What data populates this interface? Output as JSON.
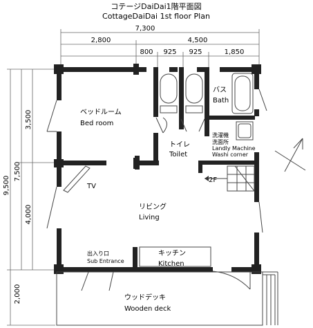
{
  "title": {
    "japanese": "コテージDaiDai1階平面図",
    "english": "CottageDaiDai 1st floor Plan"
  },
  "dimensions": {
    "top_total": "7,300",
    "top_left": "2,800",
    "top_right": "4,500",
    "sub_1": "800",
    "sub_2": "925",
    "sub_3": "925",
    "sub_4": "1,850",
    "left_total": "9,500",
    "left_upper": "7,500",
    "left_bed": "3,500",
    "left_living": "4,000",
    "left_deck": "2,000"
  },
  "rooms": {
    "bedroom_jp": "ベッドルーム",
    "bedroom_en": "Bed room",
    "bath_jp": "バス",
    "bath_en": "Bath",
    "toilet_jp": "トイレ",
    "toilet_en": "Toilet",
    "laundry_jp1": "洗濯機",
    "laundry_jp2": "洗面所",
    "laundry_en1": "Landly Machine",
    "laundry_en2": "Washi corner",
    "tv": "TV",
    "stairs": "2F",
    "living_jp": "リビング",
    "living_en": "Living",
    "sub_entrance_jp": "出入り口",
    "sub_entrance_en": "Sub Entrance",
    "kitchen_jp": "キッチン",
    "kitchen_en": "Kitchen",
    "deck_jp": "ウッドデッキ",
    "deck_en": "Wooden deck"
  }
}
